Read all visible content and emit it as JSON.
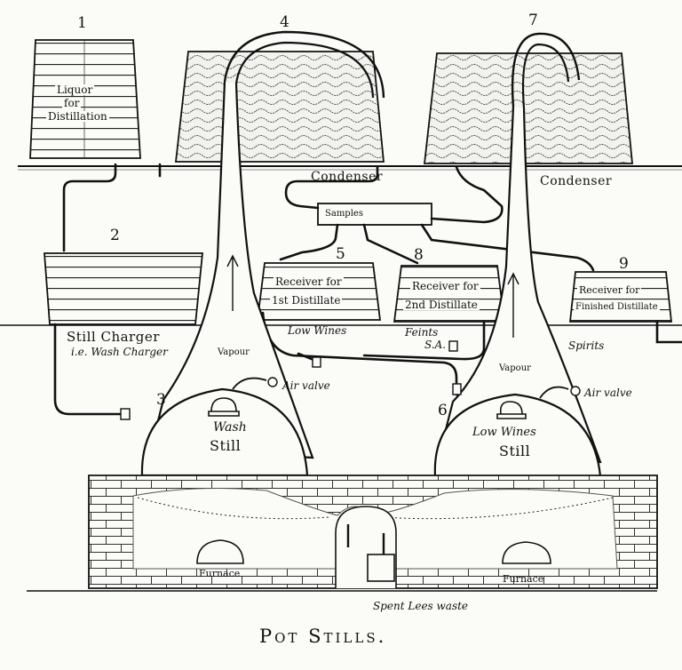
{
  "title": "Pot Stills.",
  "numbers": [
    "1",
    "2",
    "3",
    "4",
    "5",
    "6",
    "7",
    "8",
    "9"
  ],
  "labels": {
    "liquor_line1": "Liquor",
    "liquor_line2": "for",
    "liquor_line3": "Distillation",
    "condenser_left": "Condenser",
    "condenser_right": "Condenser",
    "samples": "Samples",
    "still_charger": "Still Charger",
    "wash_charger": "i.e. Wash Charger",
    "vapour_left": "Vapour",
    "vapour_right": "Vapour",
    "receiver_1_line1": "Receiver for",
    "receiver_1_line2": "1st Distillate",
    "receiver_2_line1": "Receiver for",
    "receiver_2_line2": "2nd Distillate",
    "receiver_3_line1": "Receiver for",
    "receiver_3_line2": "Finished Distillate",
    "low_wines_receiver": "Low Wines",
    "feints": "Feints",
    "feints_sub": "S.A.",
    "spirits": "Spirits",
    "air_valve_left": "Air valve",
    "air_valve_right": "Air valve",
    "wash_still_line1": "Wash",
    "wash_still_line2": "Still",
    "low_wines_still_line1": "Low Wines",
    "low_wines_still_line2": "Still",
    "furnace_left": "Furnace",
    "furnace_right": "Furnace",
    "spent_lees": "Spent Lees waste"
  }
}
